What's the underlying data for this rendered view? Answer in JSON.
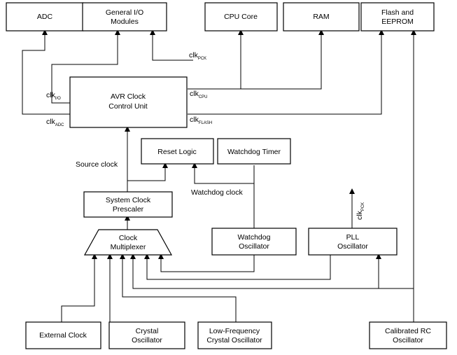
{
  "blocks": {
    "adc": "ADC",
    "gpio": [
      "General I/O",
      "Modules"
    ],
    "cpu": "CPU Core",
    "ram": "RAM",
    "flash": [
      "Flash and",
      "EEPROM"
    ],
    "avr": [
      "AVR Clock",
      "Control Unit"
    ],
    "reset": "Reset Logic",
    "wdt": "Watchdog Timer",
    "prescaler": [
      "System Clock",
      "Prescaler"
    ],
    "mux": [
      "Clock",
      "Multiplexer"
    ],
    "wdosc": [
      "Watchdog",
      "Oscillator"
    ],
    "pll": [
      "PLL",
      "Oscillator"
    ],
    "ext": "External Clock",
    "crystal": [
      "Crystal",
      "Oscillator"
    ],
    "lfcrystal": [
      "Low-Frequency",
      "Crystal Oscillator"
    ],
    "rc": [
      "Calibrated RC",
      "Oscillator"
    ]
  },
  "signals": {
    "clk": "clk",
    "io": "I/O",
    "adc": "ADC",
    "pck": "PCK",
    "cpu": "CPU",
    "flash": "FLASH",
    "source_clock": "Source clock",
    "watchdog_clock": "Watchdog clock"
  }
}
